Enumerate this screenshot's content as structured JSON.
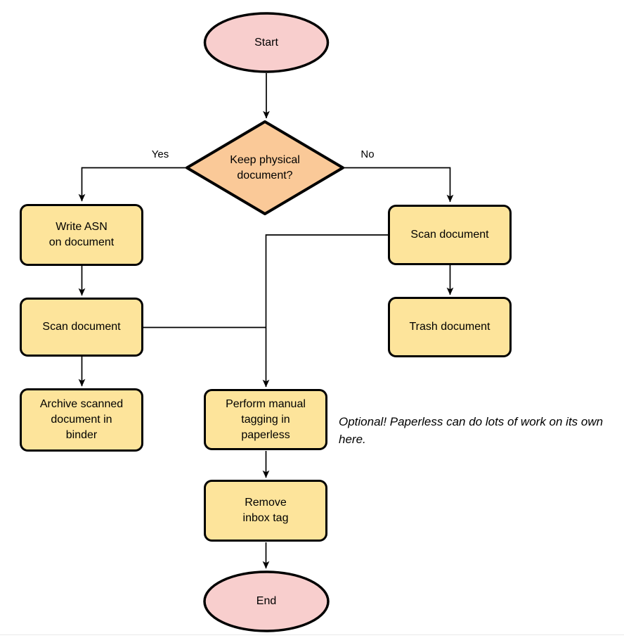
{
  "diagram": {
    "nodes": {
      "start": {
        "type": "terminal",
        "lines": [
          "Start"
        ]
      },
      "decision": {
        "type": "decision",
        "lines": [
          "Keep physical",
          "document?"
        ]
      },
      "write_asn": {
        "type": "process",
        "lines": [
          "Write ASN",
          "on document"
        ]
      },
      "scan_left": {
        "type": "process",
        "lines": [
          "Scan document"
        ]
      },
      "archive": {
        "type": "process",
        "lines": [
          "Archive scanned",
          "document in",
          "binder"
        ]
      },
      "scan_right": {
        "type": "process",
        "lines": [
          "Scan document"
        ]
      },
      "trash": {
        "type": "process",
        "lines": [
          "Trash document"
        ]
      },
      "tagging": {
        "type": "process",
        "lines": [
          "Perform manual",
          "tagging in",
          "paperless"
        ]
      },
      "remove_inbox": {
        "type": "process",
        "lines": [
          "Remove",
          "inbox tag"
        ]
      },
      "end": {
        "type": "terminal",
        "lines": [
          "End"
        ]
      }
    },
    "edge_labels": {
      "yes": "Yes",
      "no": "No"
    },
    "note": {
      "text": "Optional! Paperless can do lots of work on its own here."
    },
    "colors": {
      "terminal_fill": "#F8CECD",
      "decision_fill": "#FAC998",
      "process_fill": "#FDE49B",
      "stroke": "#000000",
      "bottom_rule": "#e9e9e9"
    }
  }
}
